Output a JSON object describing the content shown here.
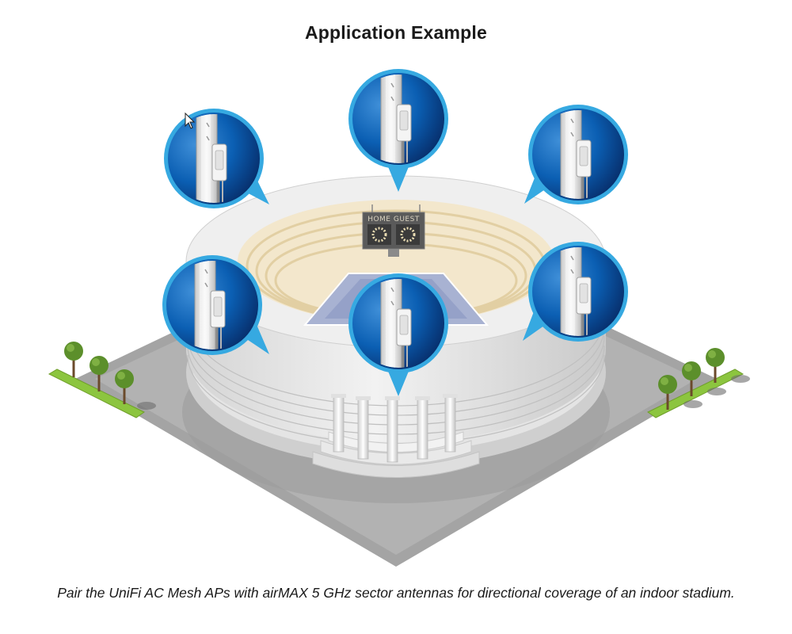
{
  "title": "Application Example",
  "caption": "Pair the UniFi AC Mesh APs with airMAX 5 GHz sector antennas for directional coverage of an indoor stadium.",
  "scoreboard": {
    "label": "HOME GUEST"
  },
  "colors": {
    "bubble_blue": "#0a63b8",
    "bubble_ring": "#36a9e1",
    "ground": "#a9a9a9",
    "stadium_wall": "#e6e6e6",
    "seats": "#efe2c4",
    "court": "#9aa6c9",
    "tree_green": "#5c8f2b",
    "lawn": "#8cc53f"
  },
  "icons": [
    "antenna-icon",
    "tree-icon",
    "scoreboard-icon",
    "column-icon"
  ]
}
